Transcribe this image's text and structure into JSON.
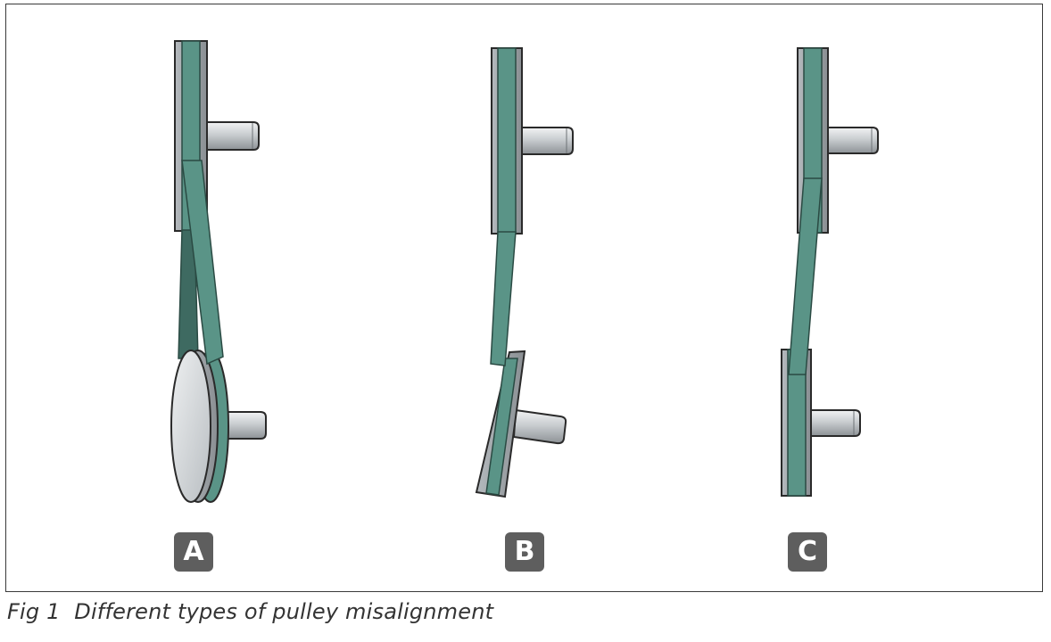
{
  "panels": [
    {
      "id": "A",
      "label": "A"
    },
    {
      "id": "B",
      "label": "B"
    },
    {
      "id": "C",
      "label": "C"
    }
  ],
  "caption": "Fig 1  Different types of pulley misalignment",
  "colors": {
    "belt": "#5a9487",
    "belt_dark": "#3e6a61",
    "belt_outline": "#2a4a43",
    "pulley_face": "#cfd3d6",
    "pulley_rim": "#9fa4a8",
    "shaft": "#c4c8cb",
    "outline": "#2a2a2a",
    "label_bg": "#5e5e5e",
    "label_text": "#ffffff",
    "frame": "#3a3a3a"
  }
}
